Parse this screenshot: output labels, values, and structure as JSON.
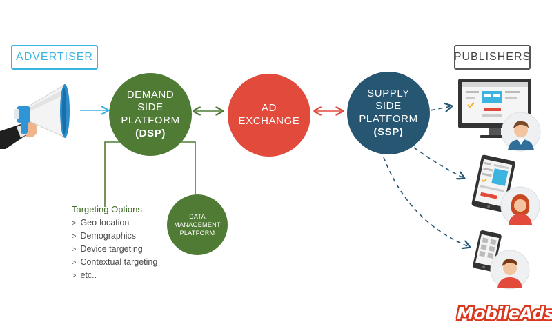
{
  "advertiser_label": "ADVERTISER",
  "publishers_label": "PUBLISHERS",
  "dsp": {
    "line1": "DEMAND",
    "line2": "SIDE",
    "line3": "PLATFORM",
    "line4": "(DSP)"
  },
  "exchange": {
    "line1": "AD",
    "line2": "EXCHANGE"
  },
  "ssp": {
    "line1": "SUPPLY",
    "line2": "SIDE",
    "line3": "PLATFORM",
    "line4": "(SSP)"
  },
  "dmp": {
    "line1": "DATA",
    "line2": "MANAGEMENT",
    "line3": "PLATFORM"
  },
  "targeting": {
    "title": "Targeting Options",
    "options": [
      "Geo-location",
      "Demographics",
      "Device targeting",
      "Contextual targeting",
      "etc.."
    ]
  },
  "brand": "MobileAds",
  "colors": {
    "dsp_green": "#4f7b34",
    "exchange_red": "#e24a3b",
    "ssp_navy": "#265672",
    "advertiser_blue": "#3bb4df",
    "publishers_gray": "#555555"
  },
  "icons": [
    "megaphone-icon",
    "desktop-monitor-icon",
    "tablet-icon",
    "smartphone-icon",
    "person-avatar-icon"
  ]
}
